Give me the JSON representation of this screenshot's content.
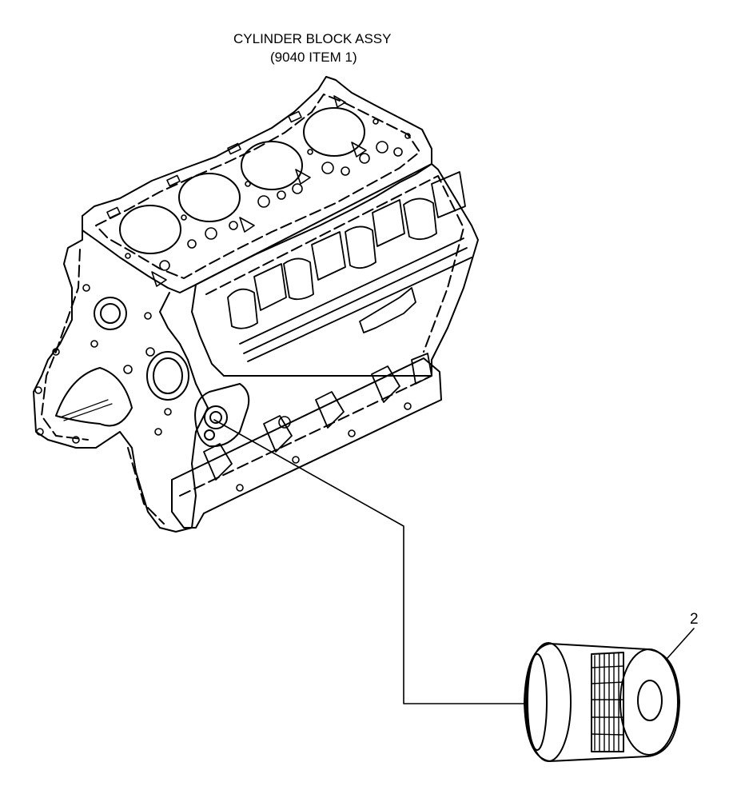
{
  "diagram": {
    "assembly_label": {
      "line1": "CYLINDER BLOCK ASSY",
      "line2": "(9040 ITEM 1)"
    },
    "callouts": [
      {
        "number": "2"
      }
    ],
    "colors": {
      "ink": "#000000",
      "paper": "#ffffff"
    }
  }
}
